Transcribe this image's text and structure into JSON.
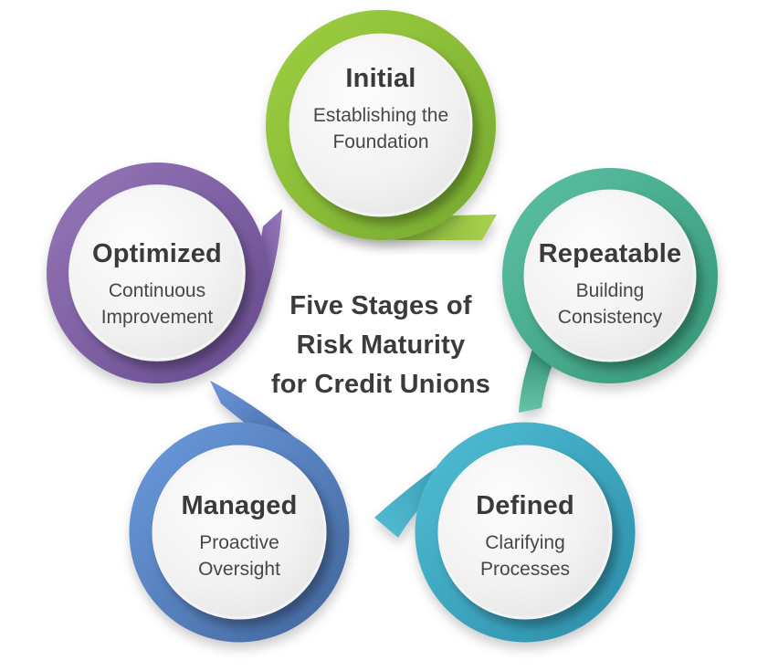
{
  "center_title": {
    "line1": "Five Stages of",
    "line2": "Risk Maturity",
    "line3": "for Credit Unions",
    "color": "#3b3b3b"
  },
  "stages": [
    {
      "name": "Initial",
      "description_line1": "Establishing the",
      "description_line2": "Foundation",
      "color": "#8cc63e",
      "ring_light": "#9dce3f",
      "ring_dark": "#78ab31",
      "tail_dark": "#5f9226",
      "tail_light": "#a9d24e"
    },
    {
      "name": "Repeatable",
      "description_line1": "Building",
      "description_line2": "Consistency",
      "color": "#4db59a",
      "ring_light": "#5bbfa3",
      "ring_dark": "#379879",
      "tail_dark": "#2e8c72",
      "tail_light": "#66c3a8"
    },
    {
      "name": "Defined",
      "description_line1": "Clarifying",
      "description_line2": "Processes",
      "color": "#3fafc9",
      "ring_light": "#4fbcd3",
      "ring_dark": "#2d90ab",
      "tail_dark": "#2c8ca6",
      "tail_light": "#54bdd3"
    },
    {
      "name": "Managed",
      "description_line1": "Proactive",
      "description_line2": "Oversight",
      "color": "#5a8dd2",
      "ring_light": "#6a99dc",
      "ring_dark": "#44679e",
      "tail_dark": "#3f6198",
      "tail_light": "#6c97db"
    },
    {
      "name": "Optimized",
      "description_line1": "Continuous",
      "description_line2": "Improvement",
      "color": "#8866ac",
      "ring_light": "#9476b7",
      "ring_dark": "#684b8f",
      "tail_dark": "#5f4386",
      "tail_light": "#9878bb"
    }
  ],
  "text_colors": {
    "stage_title": "#3a3a3a",
    "stage_subtitle": "#474747"
  },
  "background": "#ffffff"
}
